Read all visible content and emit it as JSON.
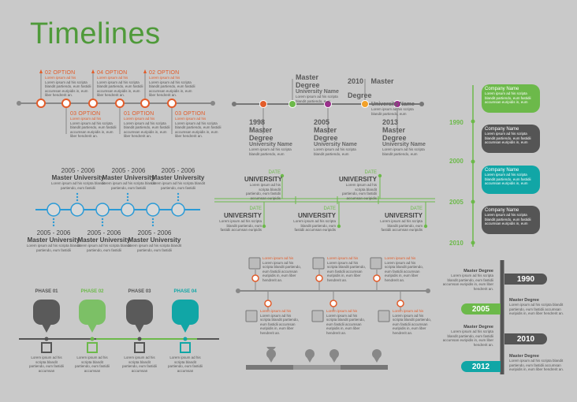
{
  "title": "Timelines",
  "t1": {
    "labels_top": [
      "02 OPTION",
      "04 OPTION",
      "02 OPTION"
    ],
    "labels_bottom": [
      "03 OPTION",
      "01 OPTION",
      "03 OPTION"
    ],
    "sub": "Lorem ipsum ad his",
    "body": "Lorem ipsum ad his scripta blandit partiendo, eum fastidii accumsan euripidis in, eum liber hendrerit an."
  },
  "t2": {
    "top": [
      {
        "year": "",
        "deg": "Master Degree",
        "uni": "University Name"
      },
      {
        "year": "2010",
        "deg": "Master Degree",
        "uni": "University Name"
      }
    ],
    "bottom": [
      {
        "year": "1998",
        "deg": "Master Degree",
        "uni": "University Name"
      },
      {
        "year": "2005",
        "deg": "Master Degree",
        "uni": "University Name"
      },
      {
        "year": "2013",
        "deg": "Master Degree",
        "uni": "University Name"
      }
    ],
    "body": "Lorem ipsum ad his scripta blandit partiendo, eum"
  },
  "t3": {
    "year": "2005 - 2006",
    "uni": "Master University",
    "body": "Lorem ipsum ad his scripta blandit partiendo, eum fastidii"
  },
  "t4": {
    "date": "DATE",
    "uni": "UNIVERSITY",
    "body": "Lorem ipsum ad his scripta blandit partiendo, eum fastidii accumsan euripidis"
  },
  "t5": {
    "sub": "Lorem ipsum ad his",
    "body": "Lorem ipsum ad his scripta blandit partiendo, eum fastidii accumsan euripidis in, eum liber hendrerit an."
  },
  "t6": {
    "phases": [
      "PHASE 01",
      "PHASE 02",
      "PHASE 03",
      "PHASE 04"
    ],
    "body": "Lorem ipsum ad his scripta blandit partiendo, eum fastidii accumsan"
  },
  "t7": {
    "years": [
      "1990",
      "2000",
      "2005",
      "2010"
    ],
    "company": "Company Name",
    "body": "Lorem ipsum ad his scripta blandit partiendo, eum fastidii accumsan euripidis in, eum"
  },
  "t8": {
    "years": [
      "1990",
      "2005",
      "2010",
      "2012"
    ],
    "deg": "Master Degree",
    "body": "Lorem ipsum ad his scripta blandit partiendo, eum fastidii accumsan euripidis in, eum liber hendrerit an."
  }
}
